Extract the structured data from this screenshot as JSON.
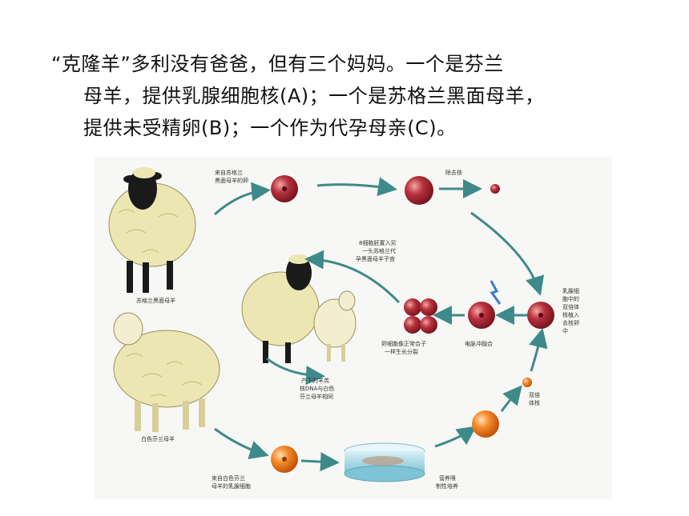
{
  "caption": {
    "line1": "“克隆羊”多利没有爸爸，但有三个妈妈。一个是芬兰",
    "line2": "母羊，提供乳腺细胞核(A)；一个是苏格兰黑面母羊，",
    "line3": "提供未受精卵(B)；一个作为代孕母亲(C)。"
  },
  "diagram": {
    "labels": {
      "egg_source": [
        "来自苏格兰",
        "黑面母羊的卵"
      ],
      "remove_nucleus": "除去核",
      "blackface_ewe": "苏格兰黑面母羊",
      "white_ewe": "白色芬兰母羊",
      "udder_cell_source": [
        "来自白色芬兰",
        "母羊的乳腺细胞"
      ],
      "culture": [
        "营养限",
        "制性培养"
      ],
      "diploid_nucleus": [
        "双倍",
        "体核"
      ],
      "nucleus_insert": [
        "乳腺细",
        "胞中的",
        "双倍体",
        "核植入",
        "去核卵",
        "中"
      ],
      "electric_fusion": "电脉冲融合",
      "cleavage": [
        "卵细胞像正常合子",
        "一样生长分裂"
      ],
      "implant": [
        "8细胞胚置入另",
        "一头苏格兰代",
        "孕黑面母羊子宫"
      ],
      "offspring": [
        "产下的羊羔",
        "核DNA与白色",
        "芬兰母羊相同"
      ]
    },
    "colors": {
      "arrow": "#3e8a8a",
      "egg_red": "#9e2632",
      "cell_orange": "#f07a1e",
      "wool_cream": "#ece6b2",
      "face_black": "#1a1a1a"
    }
  }
}
